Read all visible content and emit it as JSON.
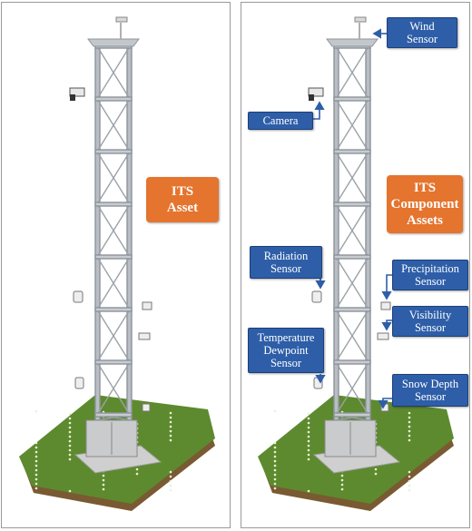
{
  "left_panel": {
    "badge": {
      "line1": "ITS",
      "line2": "Asset"
    }
  },
  "right_panel": {
    "badge": {
      "line1": "ITS",
      "line2": "Component",
      "line3": "Assets"
    },
    "labels": {
      "wind": [
        "Wind",
        "Sensor"
      ],
      "camera": [
        "Camera"
      ],
      "radiation": [
        "Radiation",
        "Sensor"
      ],
      "precipitation": [
        "Precipitation",
        "Sensor"
      ],
      "visibility": [
        "Visibility",
        "Sensor"
      ],
      "temperature": [
        "Temperature",
        "Dewpoint",
        "Sensor"
      ],
      "snow": [
        "Snow Depth",
        "Sensor"
      ]
    }
  },
  "colors": {
    "badge": "#e4742e",
    "label": "#2e5ea8",
    "arrow": "#2e5ea8",
    "grass": "#5d8a2e",
    "tower": "#b9bec4"
  }
}
